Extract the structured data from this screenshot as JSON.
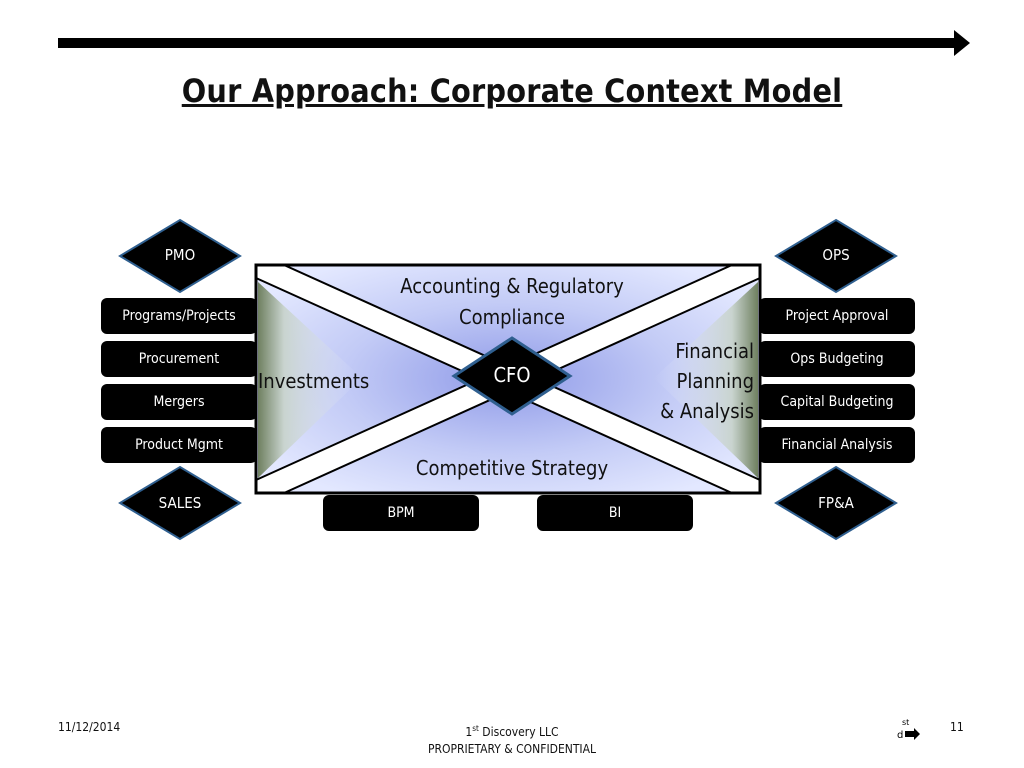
{
  "title": "Our Approach: Corporate Context Model",
  "center": {
    "top": "Accounting & Regulatory",
    "top2": "Compliance",
    "left": "Investments",
    "right1": "Financial",
    "right2": "Planning",
    "right3": "& Analysis",
    "bottom": "Competitive Strategy",
    "core": "CFO"
  },
  "diamonds": {
    "pmo": "PMO",
    "ops": "OPS",
    "sales": "SALES",
    "fpa": "FP&A"
  },
  "left_items": [
    "Programs/Projects",
    "Procurement",
    "Mergers",
    "Product Mgmt"
  ],
  "right_items": [
    "Project Approval",
    "Ops Budgeting",
    "Capital Budgeting",
    "Financial Analysis"
  ],
  "bottom_items": [
    "BPM",
    "BI"
  ],
  "footer": {
    "date": "11/12/2014",
    "company_pre": "1",
    "company_sup": "st",
    "company_post": " Discovery LLC",
    "confidential": "PROPRIETARY & CONFIDENTIAL",
    "page": "11",
    "logo_icon": "first-discovery-logo-icon"
  },
  "colors": {
    "box_center": "#a6b0ee",
    "box_edge": "#e7ebff",
    "side_shade": "#7f8f7a",
    "diamond_border": "#2f5f8f",
    "pill": "#000000"
  }
}
